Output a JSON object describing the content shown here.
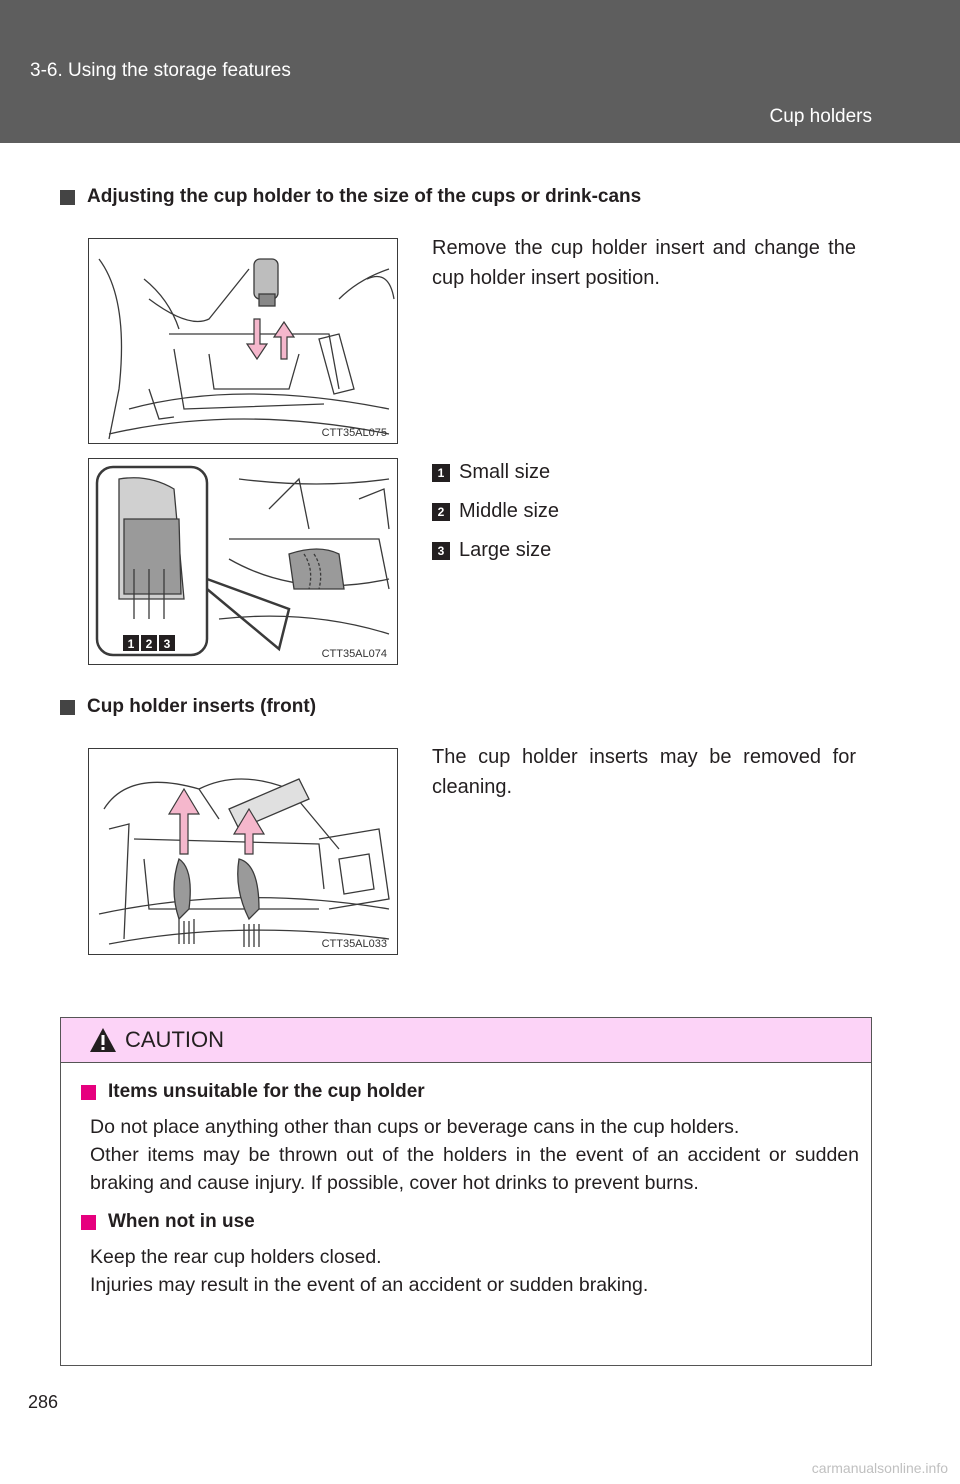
{
  "header": {
    "section": "3-6. Using the storage features",
    "topic": "Cup holders"
  },
  "section1": {
    "heading": "Adjusting the cup holder to the size of the cups or drink-cans",
    "figure1_code": "CTT35AL075",
    "figure2_code": "CTT35AL074",
    "text": "Remove the cup holder insert and change the cup holder insert position.",
    "sizes": [
      {
        "num": "1",
        "label": "Small size"
      },
      {
        "num": "2",
        "label": "Middle size"
      },
      {
        "num": "3",
        "label": "Large size"
      }
    ]
  },
  "section2": {
    "heading": "Cup holder inserts (front)",
    "figure_code": "CTT35AL033",
    "text": "The cup holder inserts may be removed for cleaning."
  },
  "caution": {
    "title": "CAUTION",
    "items": [
      {
        "heading": "Items unsuitable for the cup holder",
        "lines": [
          "Do not place anything other than cups or beverage cans in the cup holders.",
          "Other items may be thrown out of the holders in the event of an accident or sudden braking and cause injury. If possible, cover hot drinks to prevent burns."
        ]
      },
      {
        "heading": "When not in use",
        "lines": [
          "Keep the rear cup holders closed.",
          "Injuries may result in the event of an accident or sudden braking."
        ]
      }
    ]
  },
  "page_number": "286",
  "watermark": "carmanualsonline.info",
  "colors": {
    "header_bg": "#5e5e5e",
    "caution_bg": "#fcd3f7",
    "accent": "#e6007e",
    "arrow_fill": "#f5b7cc"
  }
}
